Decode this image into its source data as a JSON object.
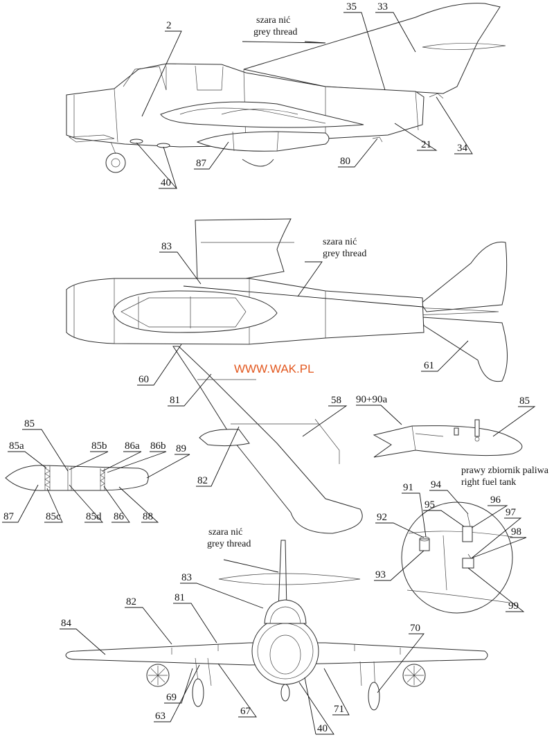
{
  "watermark": "WWW.WAK.PL",
  "notes": {
    "grey_thread_pl": "szara nić",
    "grey_thread_en": "grey thread",
    "right_tank_pl": "prawy zbiornik paliwa",
    "right_tank_en": "right fuel tank"
  },
  "labels": {
    "side_view": [
      "2",
      "35",
      "33",
      "21",
      "34",
      "80",
      "87",
      "40"
    ],
    "top_view": [
      "83",
      "60",
      "61",
      "81",
      "58",
      "82"
    ],
    "drop_tank": [
      "85",
      "85a",
      "85b",
      "86a",
      "86b",
      "89",
      "87",
      "85c",
      "85d",
      "86",
      "88"
    ],
    "tank_right": [
      "90+90a",
      "85"
    ],
    "detail_circle": [
      "91",
      "94",
      "95",
      "96",
      "97",
      "92",
      "98",
      "93",
      "99"
    ],
    "front_view": [
      "83",
      "82",
      "81",
      "84",
      "70",
      "69",
      "63",
      "67",
      "71",
      "40"
    ]
  }
}
